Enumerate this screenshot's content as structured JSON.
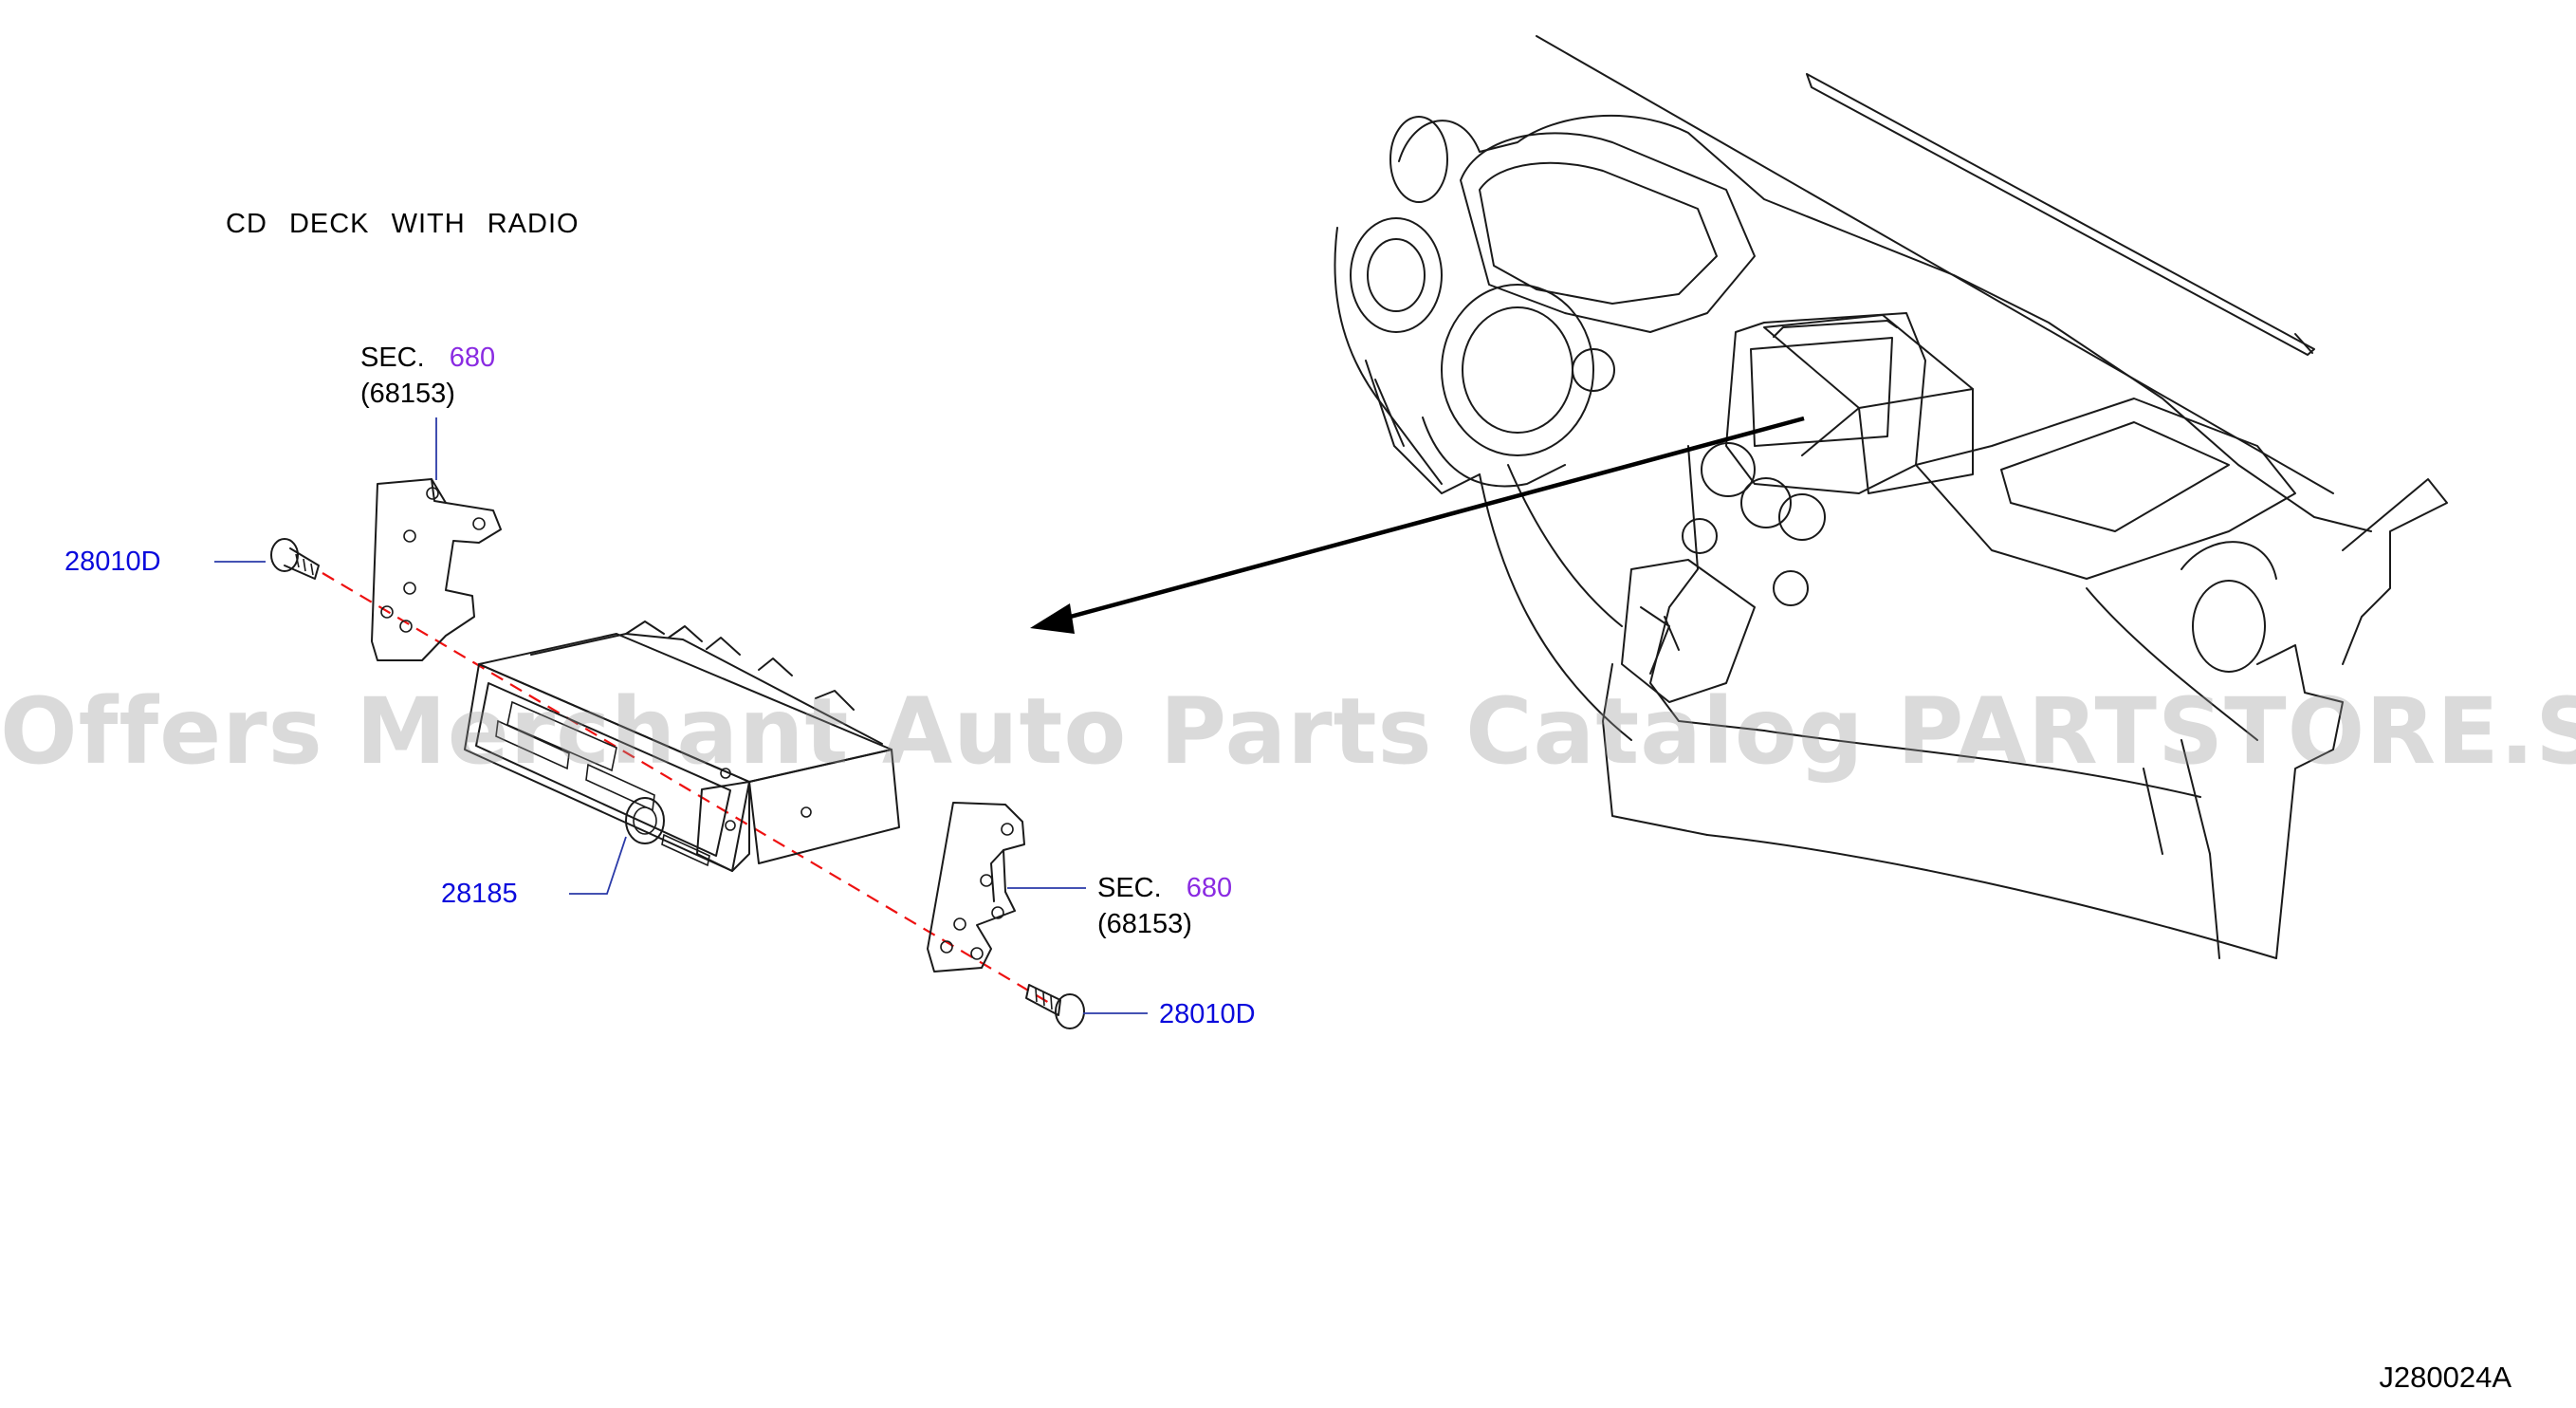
{
  "diagram": {
    "title": "CD   DECK   WITH   RADIO",
    "watermark": "Offers Merchant Auto Parts Catalog PARTSTORE.SA",
    "figure_code": "J280024A",
    "callouts": {
      "bracket_left": {
        "sec_prefix": "SEC.",
        "sec_number": "680",
        "sub": "(68153)"
      },
      "bracket_right": {
        "sec_prefix": "SEC.",
        "sec_number": "680",
        "sub": "(68153)"
      },
      "screw_left": "28010D",
      "screw_right": "28010D",
      "deck": "28185"
    },
    "colors": {
      "part_number": "#0a0adc",
      "section_number": "#8a2be2",
      "center_line": "#e11111"
    }
  }
}
